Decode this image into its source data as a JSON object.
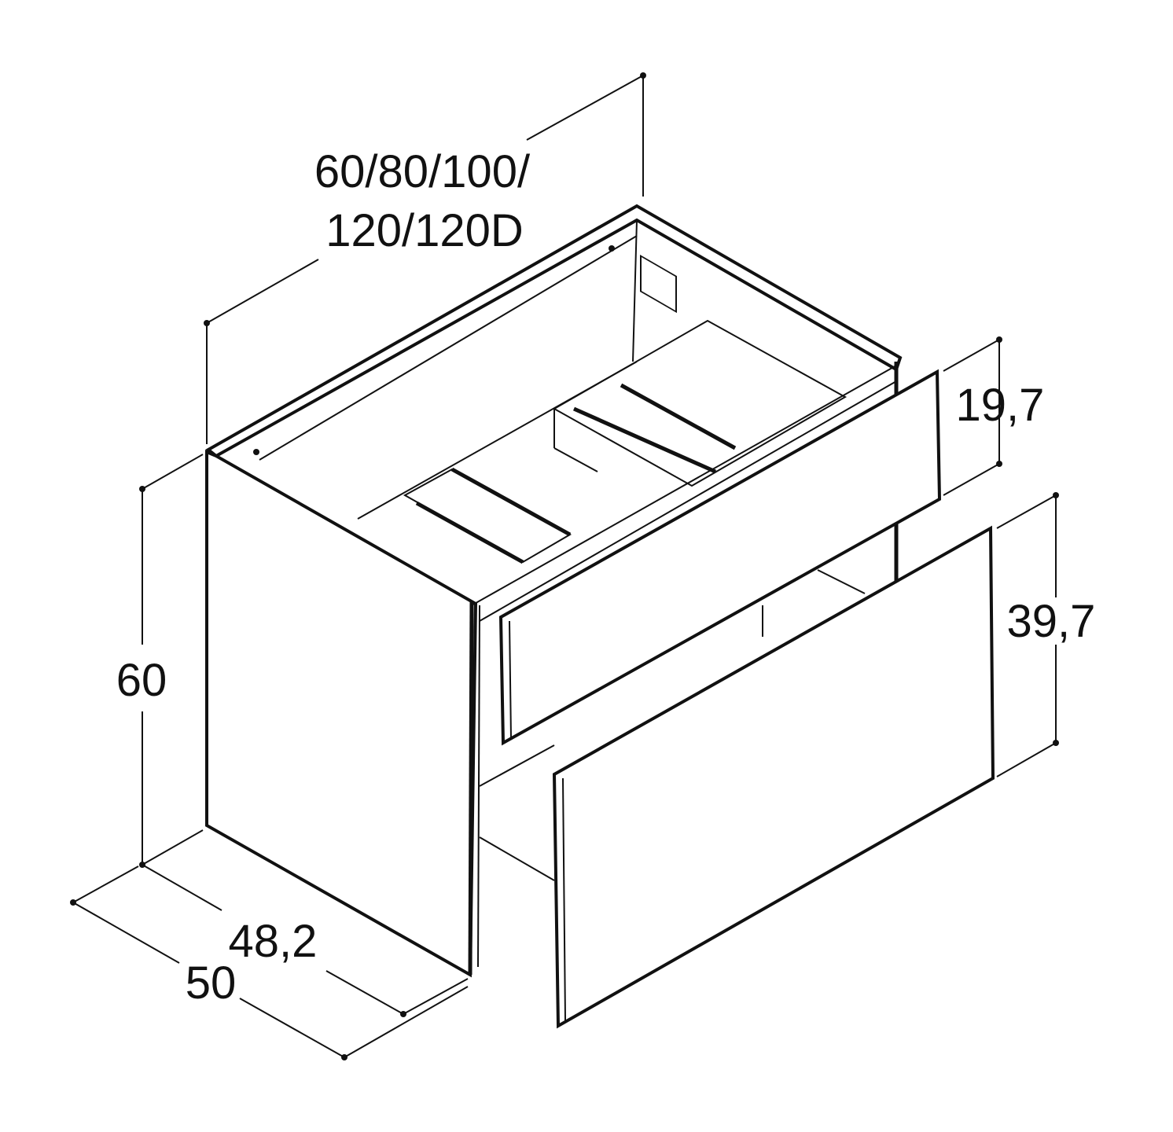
{
  "drawing": {
    "width_label_line1": "60/80/100/",
    "width_label_line2": "120/120D",
    "height_label": "60",
    "top_drawer_height_label": "19,7",
    "bottom_drawer_height_label": "39,7",
    "inner_depth_label": "48,2",
    "total_depth_label": "50"
  },
  "colors": {
    "line": "#111111",
    "background": "#ffffff"
  }
}
